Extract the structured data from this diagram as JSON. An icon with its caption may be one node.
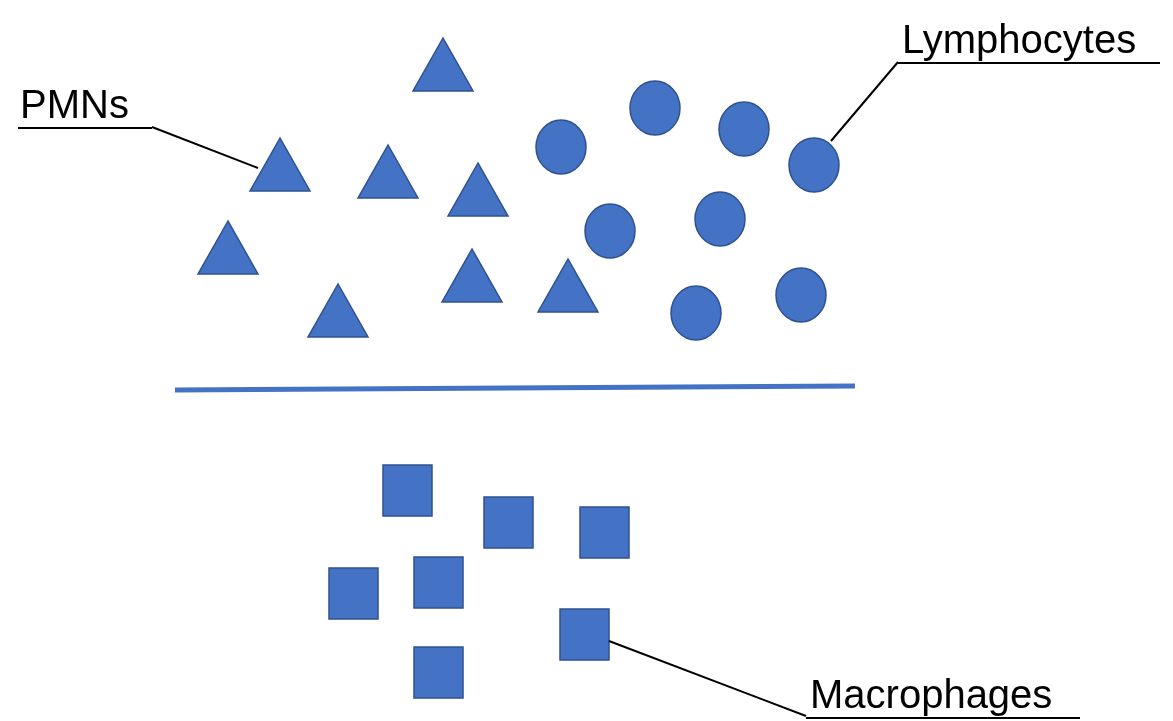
{
  "diagram": {
    "nodes": [
      {
        "text": [
          "PMNs"
        ]
      },
      {
        "text": [],
        "shape": "triangle"
      },
      {
        "text": [
          "Lymphocytes"
        ]
      },
      {
        "text": [],
        "shape": "circle"
      },
      {
        "text": [
          "Macrophages"
        ]
      },
      {
        "text": [],
        "shape": "box"
      }
    ],
    "edges": [
      {
        "from": 0,
        "to": 1,
        "arrow": "none"
      },
      {
        "from": 2,
        "to": 3,
        "arrow": "none"
      },
      {
        "from": 4,
        "to": 5,
        "arrow": "none"
      }
    ]
  }
}
